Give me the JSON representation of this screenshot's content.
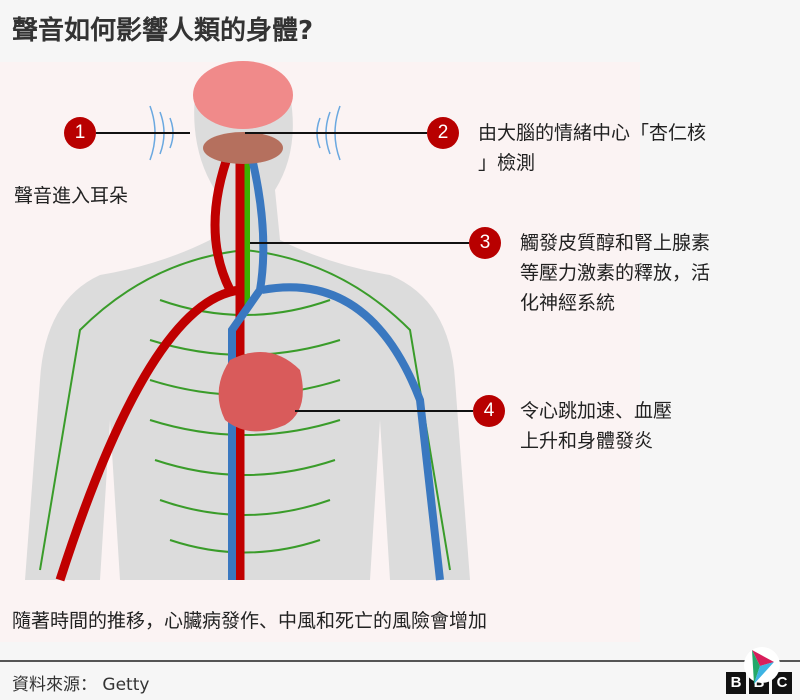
{
  "title": "聲音如何影響人類的身體?",
  "steps": [
    {
      "number": "1",
      "lines": [
        "聲音進入耳朵"
      ]
    },
    {
      "number": "2",
      "lines": [
        "由大腦的情緒中心「杏仁核",
        "」檢測"
      ]
    },
    {
      "number": "3",
      "lines": [
        "觸發皮質醇和腎上腺素",
        "等壓力激素的釋放，活",
        "化神經系統"
      ]
    },
    {
      "number": "4",
      "lines": [
        "令心跳加速、血壓",
        "上升和身體發炎"
      ]
    }
  ],
  "conclusion": "隨著時間的推移，心臟病發作、中風和死亡的風險會增加",
  "source": "資料來源： Getty",
  "brand": {
    "letters": [
      "B",
      "B",
      "C"
    ]
  },
  "colors": {
    "marker": "#b80000",
    "artery": "#c00000",
    "vein": "#3a78c0",
    "nerve": "#3a9c2a",
    "spine": "#3cb000"
  }
}
